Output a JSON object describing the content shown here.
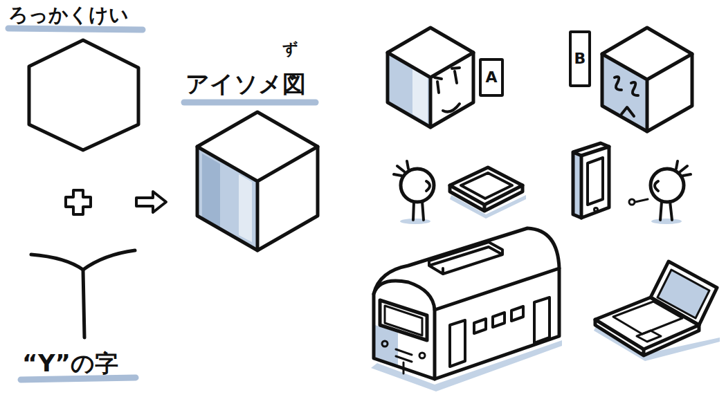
{
  "diagram": {
    "nodes": [
      {
        "text": [
          "A"
        ]
      },
      {
        "text": [
          "B"
        ]
      }
    ],
    "labels": [
      "ろっかくけい",
      "アイソメ図",
      "ず",
      "“Y”の字"
    ]
  }
}
